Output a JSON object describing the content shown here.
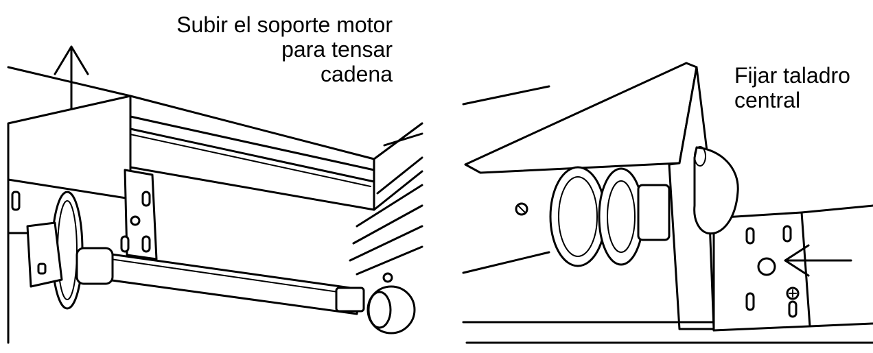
{
  "left_caption": {
    "lines": [
      "Subir el soporte motor",
      "para tensar",
      "cadena"
    ]
  },
  "right_caption": {
    "lines": [
      "Fijar taladro",
      "central"
    ]
  },
  "icons": {
    "left_arrow": "arrow-up-icon",
    "right_arrow": "arrow-left-icon"
  },
  "colors": {
    "ink": "#000000",
    "paper": "#ffffff"
  }
}
